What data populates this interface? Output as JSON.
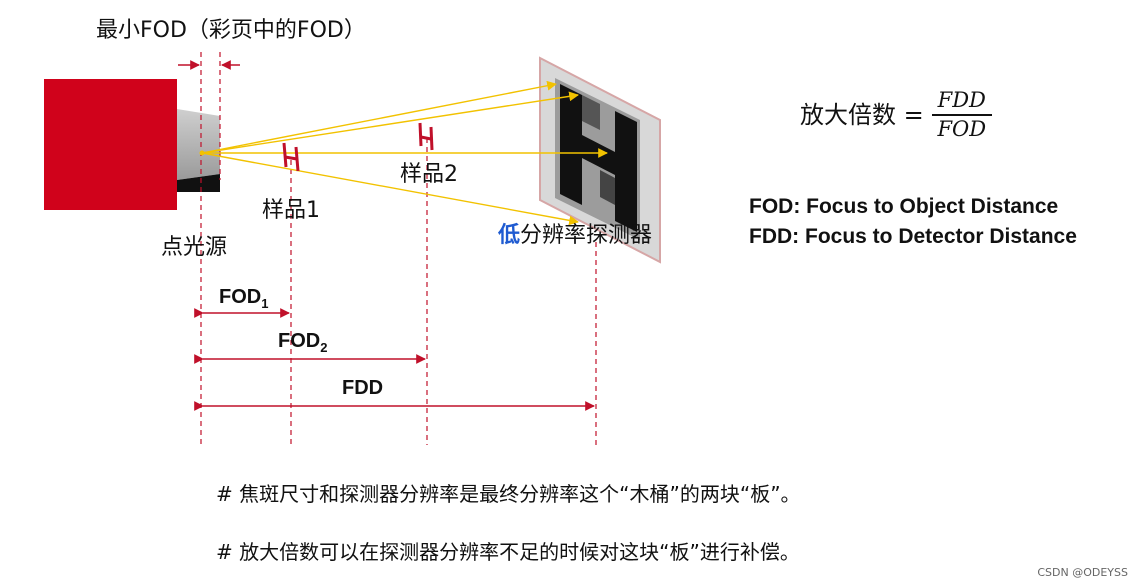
{
  "title": "最小FOD（彩页中的FOD）",
  "labels": {
    "source": "点光源",
    "sample1": "样品1",
    "sample2": "样品2",
    "detector_low": "低",
    "detector_rest": "分辨率探测器"
  },
  "dimensions": {
    "fod_base": "FOD",
    "fod1_sub": "1",
    "fod2_sub": "2",
    "fdd": "FDD"
  },
  "formula": {
    "lhs": "放大倍数 =",
    "numerator": "FDD",
    "denominator": "FOD"
  },
  "definitions": {
    "fod": "FOD: Focus to Object Distance",
    "fdd": "FDD: Focus to Detector Distance"
  },
  "notes": [
    "# 焦斑尺寸和探测器分辨率是最终分辨率这个“木桶”的两块“板”。",
    "# 放大倍数可以在探测器分辨率不足的时候对这块“板”进行补偿。"
  ],
  "watermark": "CSDN @ODEYSS",
  "colors": {
    "source_body": "#d0021b",
    "dimension_lines": "#c0102a",
    "rays": "#f2c200",
    "detector_accent": "#1f5bd1"
  }
}
